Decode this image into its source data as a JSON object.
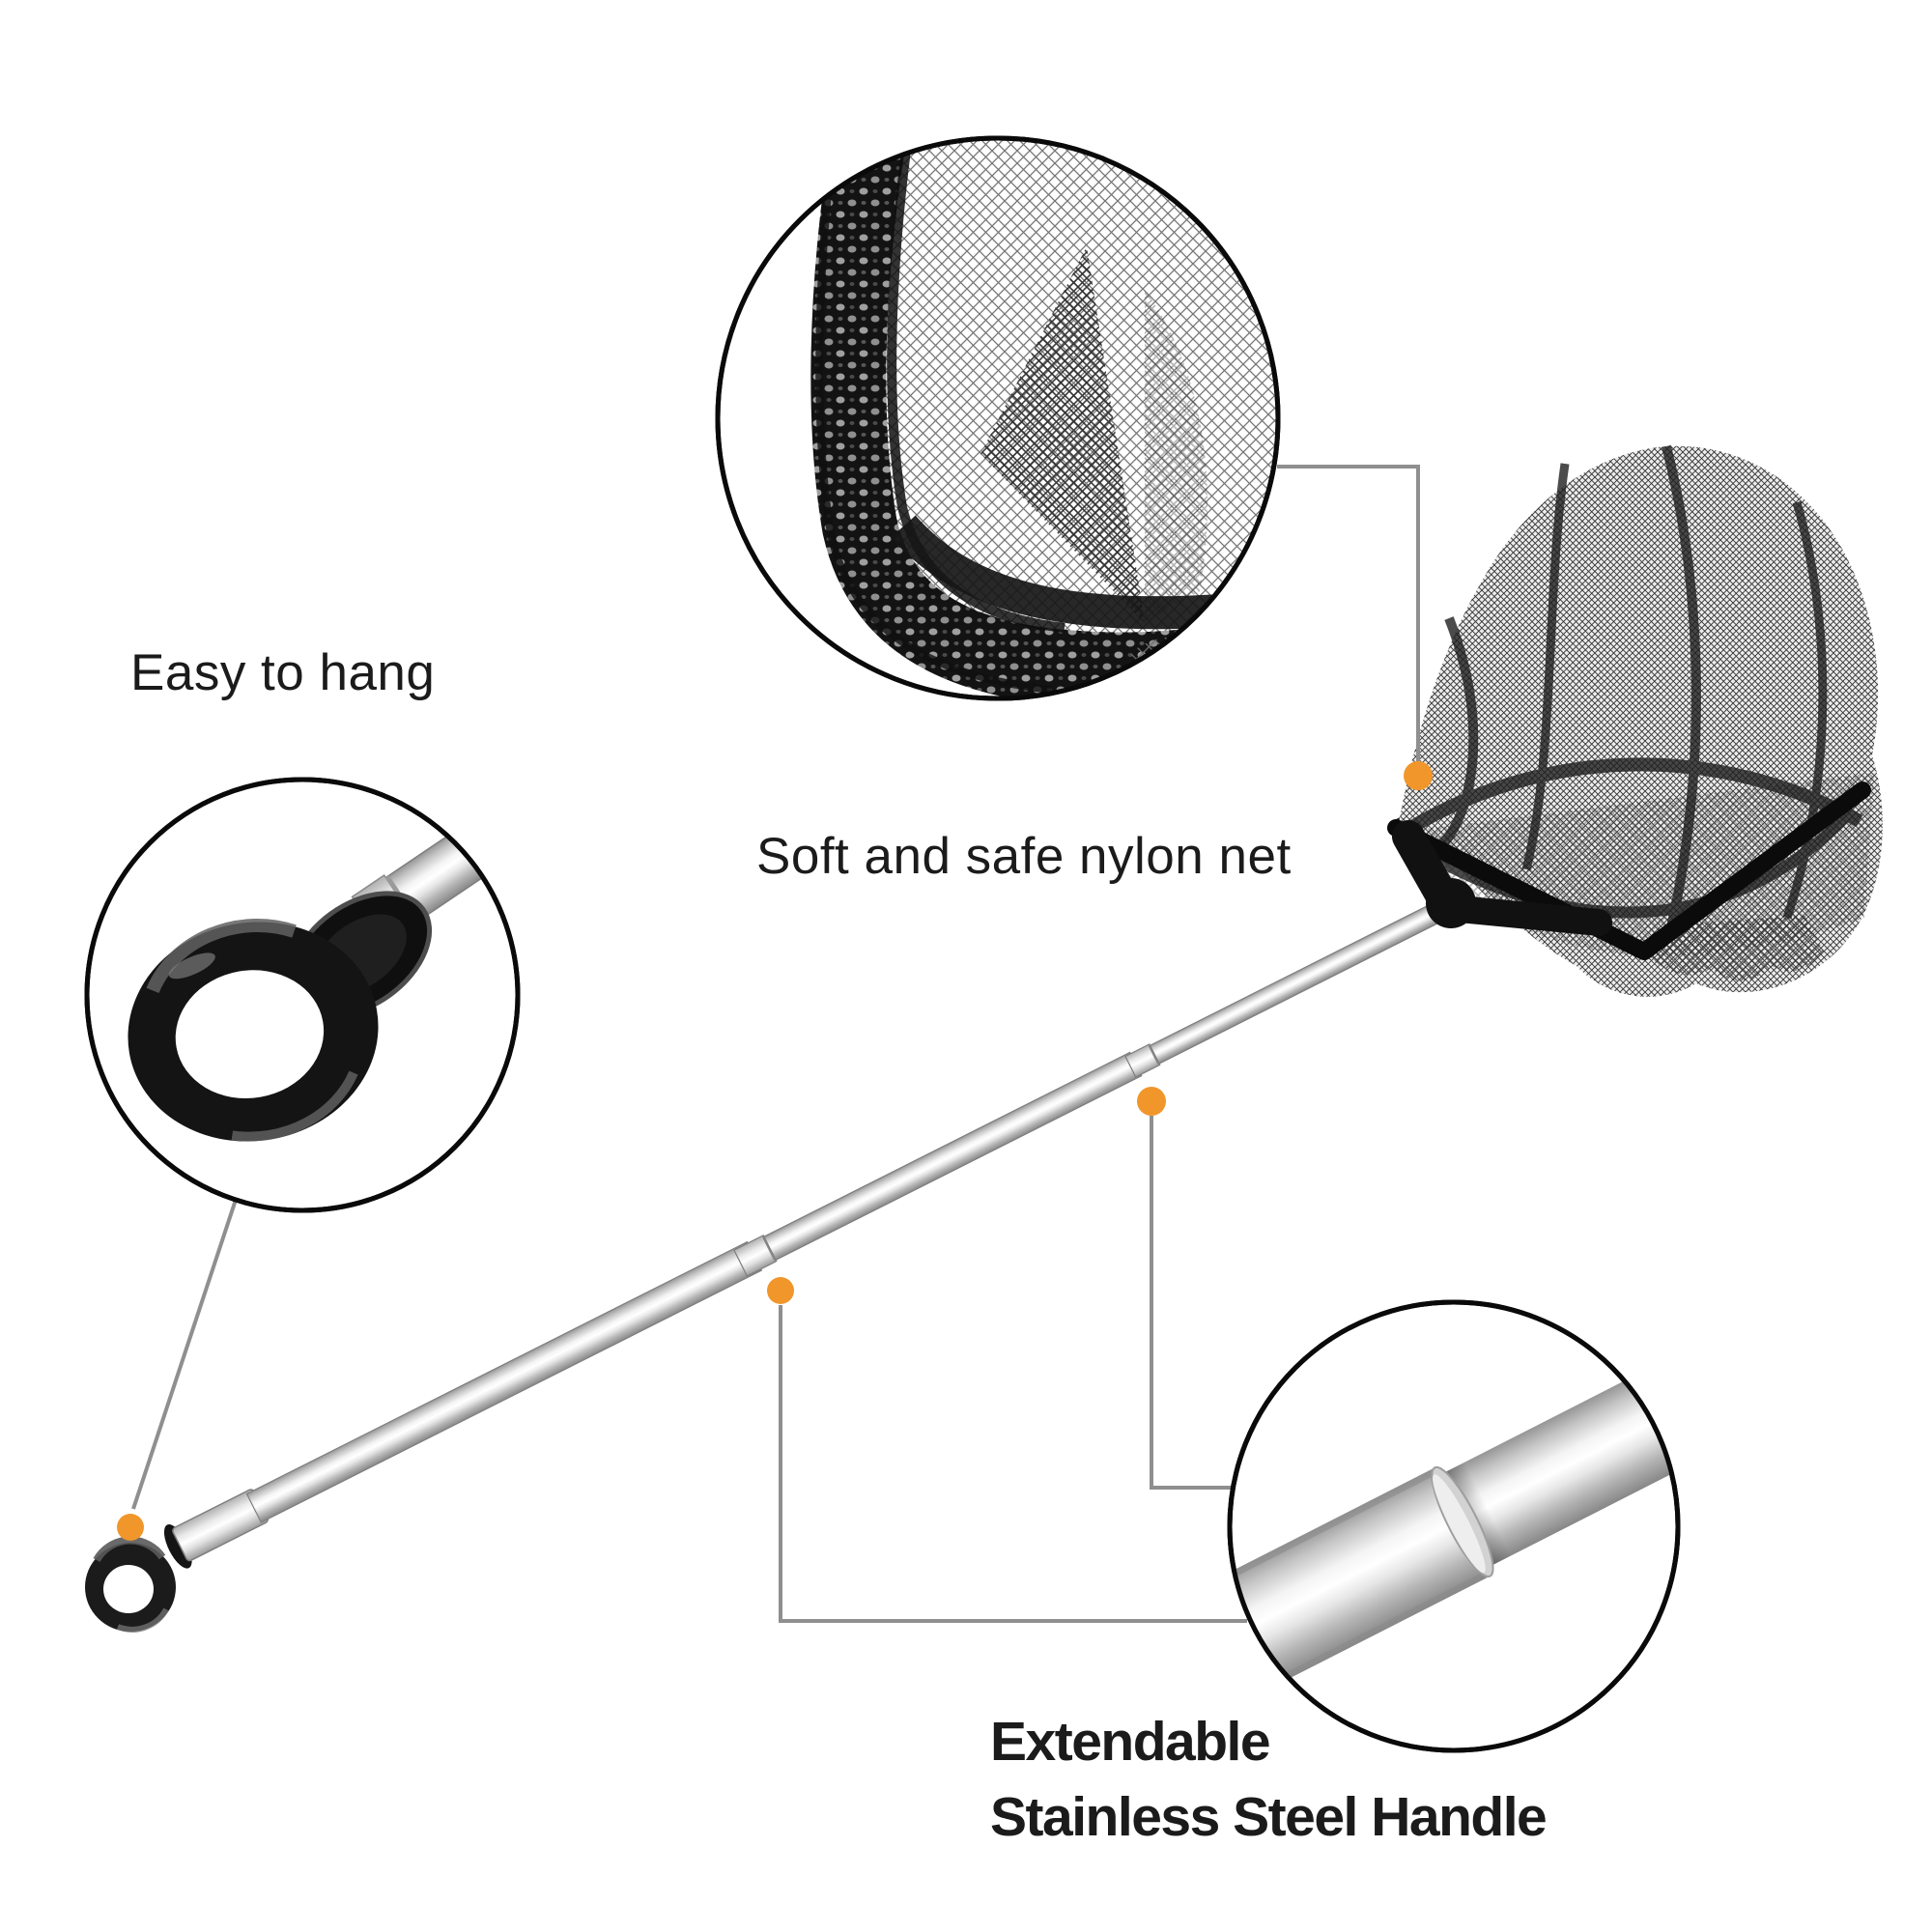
{
  "background": "#ffffff",
  "colors": {
    "accent_orange": "#F0962B",
    "leader_line_gray": "#8F8F8F",
    "text_primary": "#1B1B1B",
    "inset_circle_border": "#0A0A0A",
    "net_black": "#141414",
    "steel_highlight": "#FFFFFF",
    "steel_shadow": "#878787"
  },
  "labels": {
    "easy_to_hang": "Easy to hang",
    "soft_nylon_net": "Soft and safe nylon net",
    "extendable_line1": "Extendable",
    "extendable_line2": "Stainless Steel Handle"
  },
  "insets": [
    {
      "name": "nylon-net-corner-closeup",
      "shows": "mesh corner of nylon net"
    },
    {
      "name": "hanging-ring-closeup",
      "shows": "black hanging eye ring on handle end"
    },
    {
      "name": "steel-handle-joint-closeup",
      "shows": "telescopic stainless steel tube joint"
    }
  ],
  "callout_dots": [
    {
      "name": "net-frame-corner-dot"
    },
    {
      "name": "handle-upper-joint-dot"
    },
    {
      "name": "handle-lower-joint-dot"
    },
    {
      "name": "hanging-ring-dot"
    }
  ]
}
